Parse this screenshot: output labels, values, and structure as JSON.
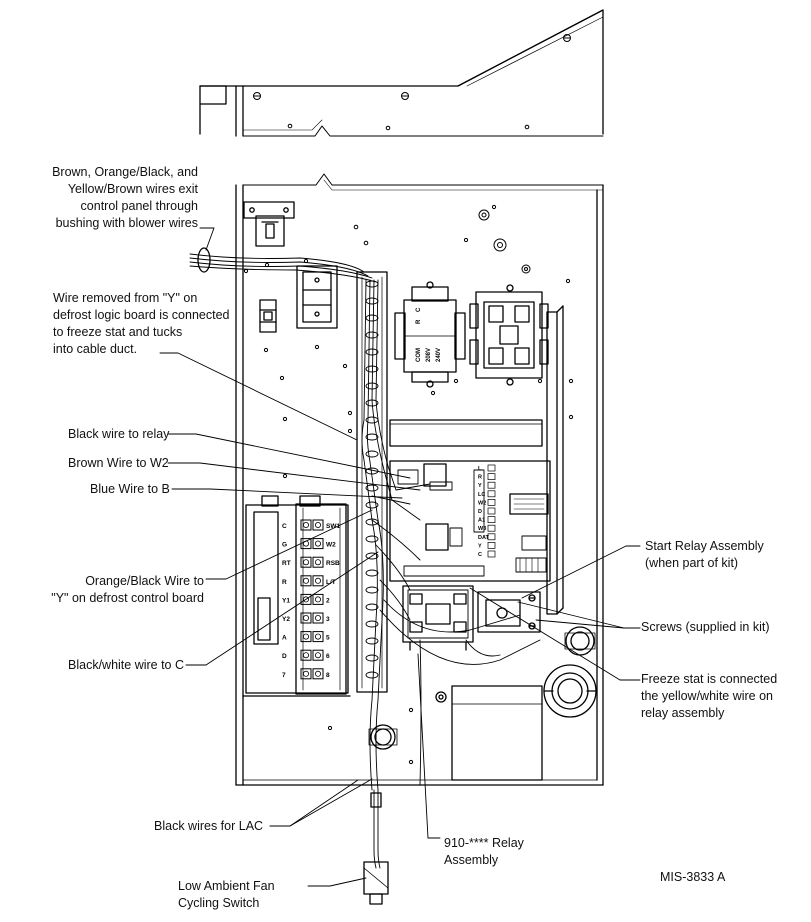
{
  "callouts": {
    "brown_orange_yellow": [
      "Brown, Orange/Black, and",
      "Yellow/Brown wires exit",
      "control panel through",
      "bushing with blower wires"
    ],
    "wire_removed": [
      "Wire removed from \"Y\" on",
      "defrost logic board is connected",
      "to freeze stat and tucks",
      "into cable duct."
    ],
    "black_wire_relay": "Black wire to relay",
    "brown_wire_w2": "Brown Wire to W2",
    "blue_wire_b": "Blue Wire to B",
    "orange_black": [
      "Orange/Black Wire to",
      "\"Y\" on defrost control board"
    ],
    "black_white_c": "Black/white wire to C",
    "black_wires_lac": "Black wires for LAC",
    "low_ambient": [
      "Low Ambient Fan",
      "Cycling Switch"
    ],
    "relay_assembly": [
      "910-**** Relay",
      "Assembly"
    ],
    "start_relay": [
      "Start Relay Assembly",
      "(when part of kit)"
    ],
    "screws": "Screws (supplied in kit)",
    "freeze_stat": [
      "Freeze stat is connected",
      "the yellow/white wire on",
      "relay assembly"
    ]
  },
  "drawing_number": "MIS-3833 A",
  "terminal_strip": {
    "left": [
      "C",
      "G",
      "RT",
      "R",
      "Y1",
      "Y2",
      "A",
      "D",
      "7"
    ],
    "right": [
      "SW1",
      "W2",
      "RSB",
      "L/T",
      "2",
      "3",
      "5",
      "6",
      "8"
    ]
  },
  "transformer_text": [
    "COM",
    "208V",
    "240V",
    "R",
    "C"
  ],
  "board_pins": [
    "L",
    "R",
    "Y",
    "LC",
    "W2",
    "D",
    "A1",
    "W3",
    "DAT",
    "Y",
    "C"
  ],
  "colors": {
    "line": "#000000",
    "paper": "#ffffff"
  }
}
